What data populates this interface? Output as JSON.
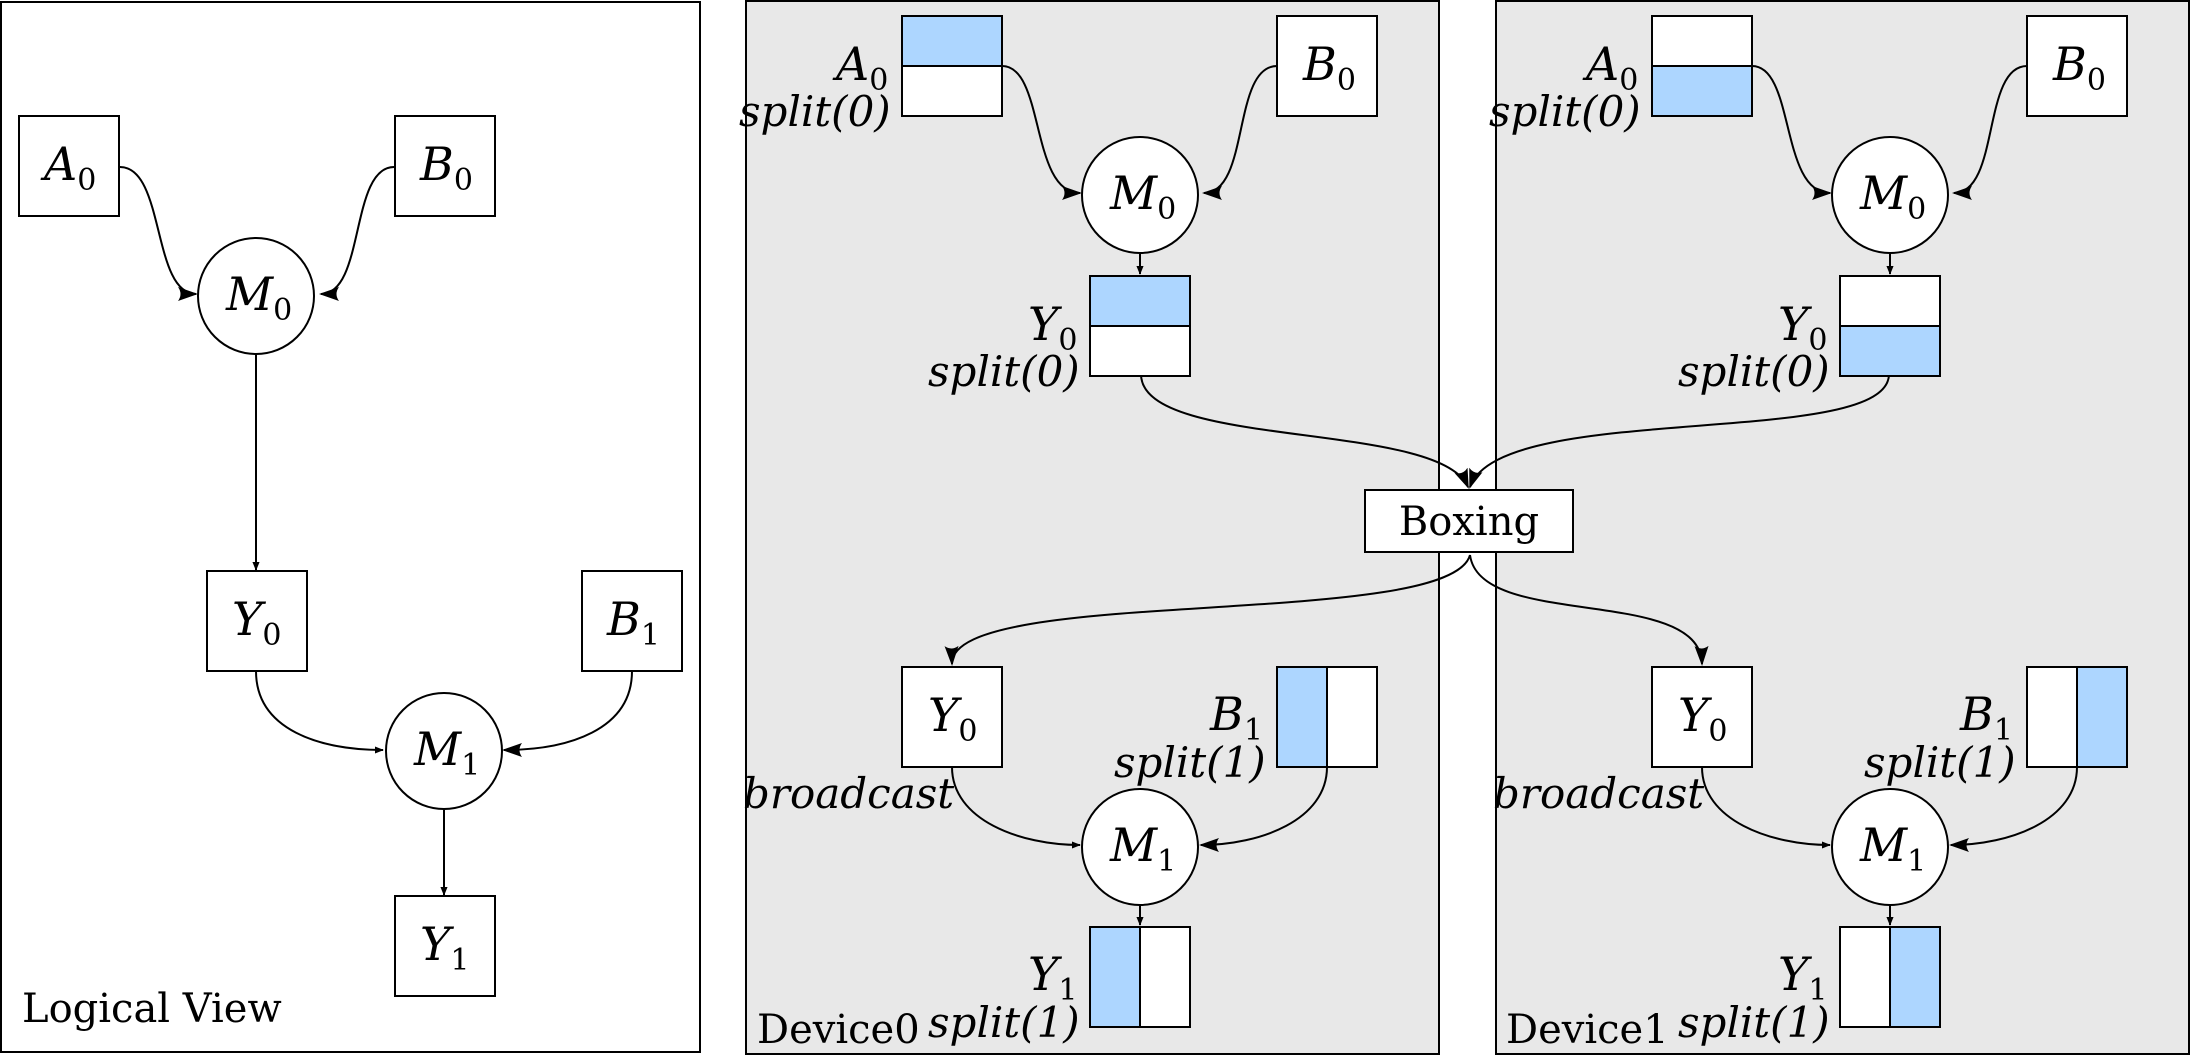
{
  "colors": {
    "device_bg": "#e8e8e8",
    "logical_bg": "#ffffff",
    "shard": "#add6ff"
  },
  "panels": {
    "logical": {
      "title": "Logical View"
    },
    "device0": {
      "title": "Device0"
    },
    "device1": {
      "title": "Device1"
    }
  },
  "logical": {
    "A0": {
      "name": "A",
      "sub": "0"
    },
    "B0": {
      "name": "B",
      "sub": "0"
    },
    "M0": {
      "name": "M",
      "sub": "0"
    },
    "Y0": {
      "name": "Y",
      "sub": "0"
    },
    "B1": {
      "name": "B",
      "sub": "1"
    },
    "M1": {
      "name": "M",
      "sub": "1"
    },
    "Y1": {
      "name": "Y",
      "sub": "1"
    }
  },
  "device0": {
    "A0": {
      "name": "A",
      "sub": "0",
      "sbp": "split(0)",
      "shard": "top"
    },
    "B0": {
      "name": "B",
      "sub": "0"
    },
    "M0": {
      "name": "M",
      "sub": "0"
    },
    "Y0": {
      "name": "Y",
      "sub": "0",
      "sbp": "split(0)",
      "shard": "top"
    },
    "Y0b": {
      "name": "Y",
      "sub": "0",
      "sbp": "broadcast"
    },
    "B1": {
      "name": "B",
      "sub": "1",
      "sbp": "split(1)",
      "shard": "left"
    },
    "M1": {
      "name": "M",
      "sub": "1"
    },
    "Y1": {
      "name": "Y",
      "sub": "1",
      "sbp": "split(1)",
      "shard": "left"
    }
  },
  "device1": {
    "A0": {
      "name": "A",
      "sub": "0",
      "sbp": "split(0)",
      "shard": "bottom"
    },
    "B0": {
      "name": "B",
      "sub": "0"
    },
    "M0": {
      "name": "M",
      "sub": "0"
    },
    "Y0": {
      "name": "Y",
      "sub": "0",
      "sbp": "split(0)",
      "shard": "bottom"
    },
    "Y0b": {
      "name": "Y",
      "sub": "0",
      "sbp": "broadcast"
    },
    "B1": {
      "name": "B",
      "sub": "1",
      "sbp": "split(1)",
      "shard": "right"
    },
    "M1": {
      "name": "M",
      "sub": "1"
    },
    "Y1": {
      "name": "Y",
      "sub": "1",
      "sbp": "split(1)",
      "shard": "right"
    }
  },
  "boxing": {
    "label": "Boxing"
  }
}
